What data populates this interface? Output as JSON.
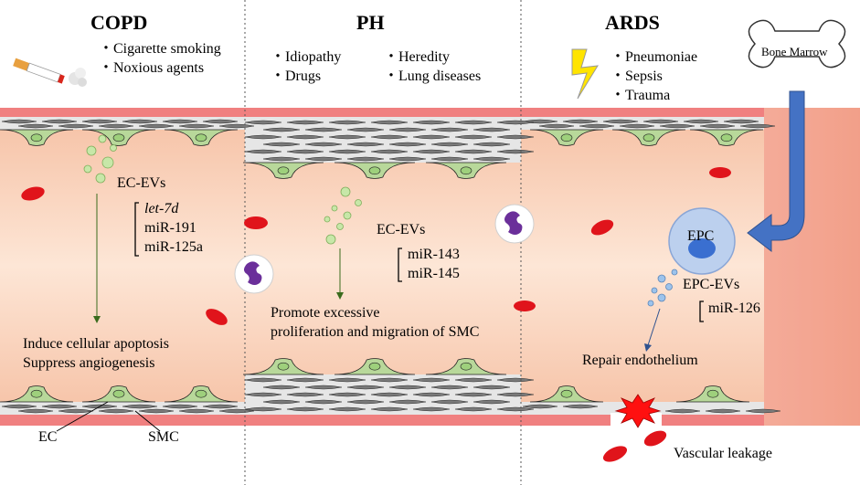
{
  "colors": {
    "vessel_wall": "#f08080",
    "lumen_edge": "#f7c9b0",
    "lumen_center": "#fbe3d3",
    "smc_band": "#e8e8e8",
    "ec_cell": "#b8d89a",
    "nucleus": "#9ed07c",
    "rbc": "#e0141b",
    "arrow_blue": "#4472c4",
    "epc_cell": "#bcd0ee",
    "epc_nucleus": "#3a6fd0",
    "ev_green": "#c7e7a8",
    "ev_blue": "#9cc3ec",
    "wbc": "#6b2f9a",
    "leak_star": "#ff0000"
  },
  "icons": [
    "cigarette-icon",
    "lightning-icon",
    "bone-icon",
    "white-blood-cell-icon",
    "red-blood-cell-icon",
    "rupture-star-icon"
  ],
  "copd": {
    "title": "COPD",
    "causes": [
      "・Cigarette smoking",
      "・Noxious agents"
    ],
    "ev_label": "EC-EVs",
    "mirnas": [
      "let-7d",
      "miR-191",
      "miR-125a"
    ],
    "effects": [
      "Induce cellular apoptosis",
      "Suppress angiogenesis"
    ],
    "ec_label": "EC",
    "smc_label": "SMC"
  },
  "ph": {
    "title": "PH",
    "causes_left": [
      "・Idiopathy",
      "・Drugs"
    ],
    "causes_right": [
      "・Heredity",
      "・Lung diseases"
    ],
    "ev_label": "EC-EVs",
    "mirnas": [
      "miR-143",
      "miR-145"
    ],
    "effects": [
      "Promote excessive",
      "proliferation and migration of SMC"
    ]
  },
  "ards": {
    "title": "ARDS",
    "causes": [
      "・Pneumoniae",
      "・Sepsis",
      "・Trauma"
    ],
    "bone_label": "Bone Marrow",
    "epc_label": "EPC",
    "ev_label": "EPC-EVs",
    "mirnas": [
      "miR-126"
    ],
    "effect": "Repair endothelium",
    "leak_label": "Vascular leakage"
  }
}
